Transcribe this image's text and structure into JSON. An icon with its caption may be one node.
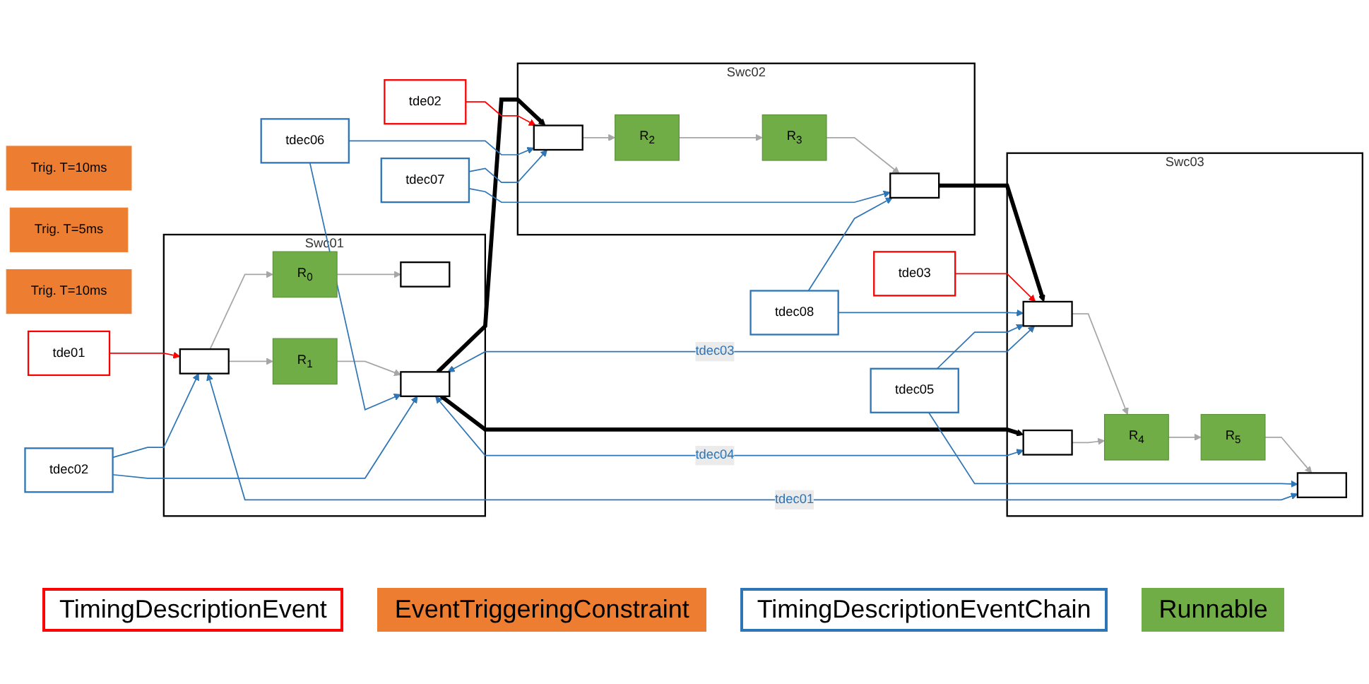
{
  "diagram": {
    "nodes": [
      {
        "text": [
          "Swc01"
        ]
      },
      {
        "text": [],
        "shape": "box",
        "in": 0
      },
      {
        "text": [
          "R$_{0}$"
        ],
        "in": 0
      },
      {
        "text": [
          "R$_{1}$"
        ],
        "in": 0
      },
      {
        "text": [],
        "shape": "box",
        "in": 0
      },
      {
        "text": [],
        "shape": "box",
        "in": 0
      },
      {
        "text": [
          "Swc02"
        ]
      },
      {
        "text": [],
        "shape": "box",
        "in": 6
      },
      {
        "text": [
          "R$_{2}$"
        ],
        "in": 6
      },
      {
        "text": [
          "R$_{3}$"
        ],
        "in": 6
      },
      {
        "text": [],
        "shape": "box",
        "in": 6
      },
      {
        "text": [
          "Swc03"
        ]
      },
      {
        "text": [],
        "shape": "box",
        "in": 11
      },
      {
        "text": [],
        "shape": "box",
        "in": 11
      },
      {
        "text": [
          "R$_{4}$"
        ],
        "in": 11
      },
      {
        "text": [
          "R$_{5}$"
        ],
        "in": 11
      },
      {
        "text": [],
        "shape": "box",
        "in": 11
      },
      {
        "text": [
          "Trig. T=10ms"
        ]
      },
      {
        "text": [
          "Trig. T=5ms"
        ]
      },
      {
        "text": [
          "Trig. T=10ms"
        ]
      },
      {
        "text": [
          "tde01"
        ]
      },
      {
        "text": [
          "tde02"
        ]
      },
      {
        "text": [
          "tde03"
        ]
      },
      {
        "text": [
          "tdec02"
        ]
      },
      {
        "text": [
          "tdec05"
        ]
      },
      {
        "text": [
          "tdec06"
        ]
      },
      {
        "text": [
          "tdec07"
        ]
      },
      {
        "text": [
          "tdec08"
        ]
      }
    ],
    "edges": [
      {
        "from": 1,
        "to": 2,
        "arrow": "to",
        "color": "#a6a6a6"
      },
      {
        "from": 1,
        "to": 3,
        "arrow": "to",
        "color": "#a6a6a6"
      },
      {
        "from": 2,
        "to": 4,
        "arrow": "to",
        "color": "#a6a6a6"
      },
      {
        "from": 3,
        "to": 5,
        "arrow": "to",
        "color": "#a6a6a6"
      },
      {
        "from": 5,
        "to": 7,
        "arrow": "to",
        "style": "thick",
        "color": "#000000"
      },
      {
        "from": 5,
        "to": 13,
        "arrow": "to",
        "style": "thick",
        "color": "#000000"
      },
      {
        "from": 7,
        "to": 8,
        "arrow": "to",
        "color": "#a6a6a6"
      },
      {
        "from": 8,
        "to": 9,
        "arrow": "to",
        "color": "#a6a6a6"
      },
      {
        "from": 9,
        "to": 10,
        "arrow": "to",
        "color": "#a6a6a6"
      },
      {
        "from": 10,
        "to": 12,
        "arrow": "to",
        "style": "thick",
        "color": "#000000"
      },
      {
        "from": 12,
        "to": 14,
        "arrow": "to",
        "color": "#a6a6a6"
      },
      {
        "from": 13,
        "to": 14,
        "arrow": "to",
        "color": "#a6a6a6"
      },
      {
        "from": 14,
        "to": 15,
        "arrow": "to",
        "color": "#a6a6a6"
      },
      {
        "from": 15,
        "to": 16,
        "arrow": "to",
        "color": "#a6a6a6"
      },
      {
        "from": 20,
        "to": 1,
        "arrow": "to",
        "color": "#ff0000"
      },
      {
        "from": 21,
        "to": 7,
        "arrow": "to",
        "color": "#ff0000"
      },
      {
        "from": 22,
        "to": 12,
        "arrow": "to",
        "color": "#ff0000"
      },
      {
        "from": 25,
        "to": 5,
        "arrow": "to"
      },
      {
        "from": 25,
        "to": 7,
        "arrow": "to"
      },
      {
        "from": 26,
        "to": 7,
        "arrow": "to"
      },
      {
        "from": 26,
        "to": 10,
        "arrow": "to"
      },
      {
        "from": 27,
        "to": 10,
        "arrow": "to"
      },
      {
        "from": 27,
        "to": 12,
        "arrow": "to"
      },
      {
        "from": 24,
        "to": 12,
        "arrow": "to"
      },
      {
        "from": 24,
        "to": 16,
        "arrow": "to"
      },
      {
        "from": 5,
        "to": 12,
        "arrow": "both",
        "label": "tdec03"
      },
      {
        "from": 5,
        "to": 13,
        "arrow": "both",
        "label": "tdec04"
      },
      {
        "from": 23,
        "to": 1,
        "arrow": "to"
      },
      {
        "from": 23,
        "to": 5,
        "arrow": "to"
      },
      {
        "from": 1,
        "to": 16,
        "arrow": "both",
        "label": "tdec01"
      }
    ],
    "legend": [
      {
        "text": "TimingDescriptionEvent"
      },
      {
        "text": "EventTriggeringConstraint",
        "color": "#ed7d31"
      },
      {
        "text": "TimingDescriptionEventChain"
      },
      {
        "text": "Runnable",
        "color": "#70ad47"
      }
    ]
  }
}
